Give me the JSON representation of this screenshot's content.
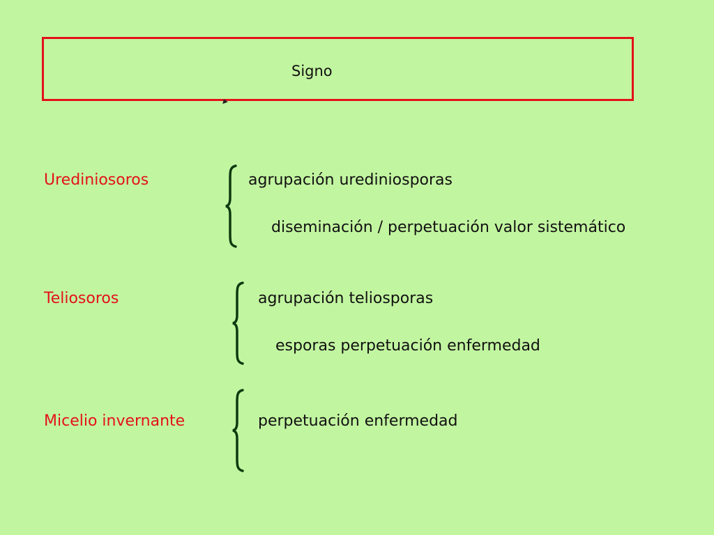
{
  "title": "Signo",
  "sections": [
    {
      "term": "Urediniosoros",
      "items": [
        "agrupación urediniosporas",
        "diseminación / perpetuación valor sistemático"
      ]
    },
    {
      "term": "Teliosoros",
      "items": [
        "agrupación teliosporas",
        "esporas perpetuación enfermedad"
      ]
    },
    {
      "term": "Micelio invernante",
      "items": [
        "perpetuación enfermedad"
      ]
    }
  ],
  "colors": {
    "background": "#c2f5a0",
    "accent": "#e3121b",
    "brace": "#0f3a0f",
    "text": "#111111"
  }
}
